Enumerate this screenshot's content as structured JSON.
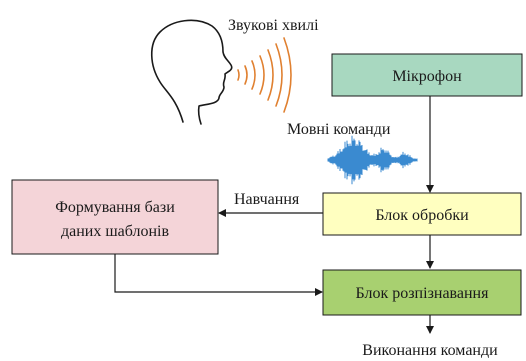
{
  "diagram": {
    "speaker_caption": "Звукові хвилі",
    "speech_label": "Мовні команди",
    "training_label": "Навчання",
    "output_label": "Виконання команди",
    "nodes": {
      "microphone": "Мікрофон",
      "processing": "Блок обробки",
      "template_db_line1": "Формування бази",
      "template_db_line2": "даних шаблонів",
      "recognition": "Блок розпізнавання"
    },
    "colors": {
      "microphone_fill": "#a8d8c0",
      "processing_fill": "#ffffc0",
      "template_db_fill": "#f4d4d8",
      "recognition_fill": "#a8d070",
      "sound_waves": "#e08030",
      "waveform": "#3a8ad0",
      "line": "#1a1a1a"
    },
    "icons": [
      "head-silhouette-icon",
      "sound-waves-icon",
      "speech-waveform-icon"
    ]
  }
}
